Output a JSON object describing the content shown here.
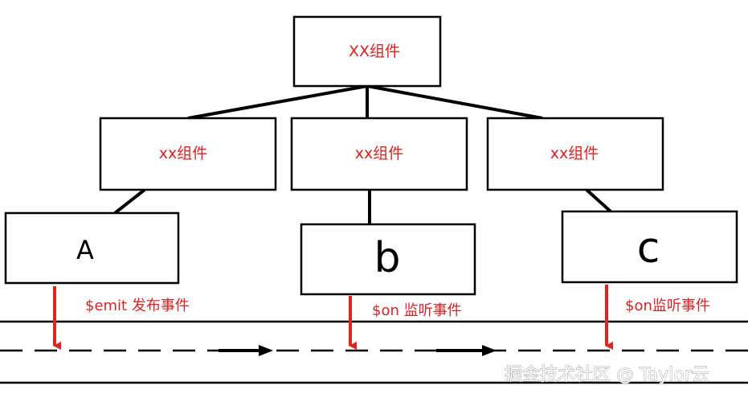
{
  "colors": {
    "line": "#000000",
    "label_red": "#e02020",
    "arrow_red": "#e32222",
    "watermark": "#ffffff",
    "background": "#ffffff"
  },
  "nodes": {
    "root": {
      "label": "XX组件"
    },
    "middle_left": {
      "label": "xx组件"
    },
    "middle_center": {
      "label": "xx组件"
    },
    "middle_right": {
      "label": "xx组件"
    },
    "leaf_a": {
      "label": "A"
    },
    "leaf_b": {
      "label": "b"
    },
    "leaf_c": {
      "label": "c"
    }
  },
  "event_labels": {
    "emit": "$emit 发布事件",
    "on_b": "$on 监听事件",
    "on_c": "$on监听事件"
  },
  "watermark": {
    "text": "掘金技术社区 @ Taylor云"
  }
}
